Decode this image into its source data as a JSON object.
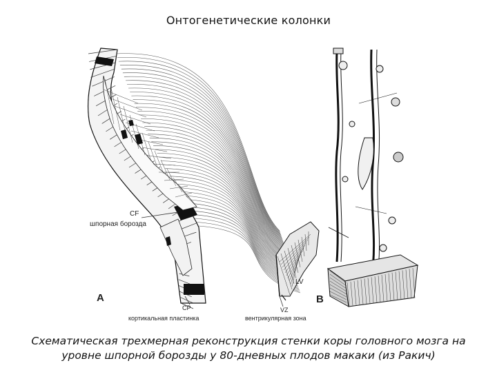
{
  "slide": {
    "title": "Онтогенетические колонки"
  },
  "figure": {
    "panel_a": {
      "panel_label": "A",
      "label_cf": "CF",
      "label_cf_ru": "шпорная борозда",
      "label_cp": "CP",
      "label_cp_ru": "кортикальная пластинка",
      "label_vz": "VZ",
      "label_vz_ru": "вентрикулярная зона",
      "label_lv": "LV"
    },
    "panel_b": {
      "panel_label": "B"
    }
  },
  "caption": {
    "line1": "Схематическая трехмерная реконструкция стенки коры головного мозга на",
    "line2": "уровне шпорной борозды у 80-дневных плодов макаки (из Ракич)"
  }
}
